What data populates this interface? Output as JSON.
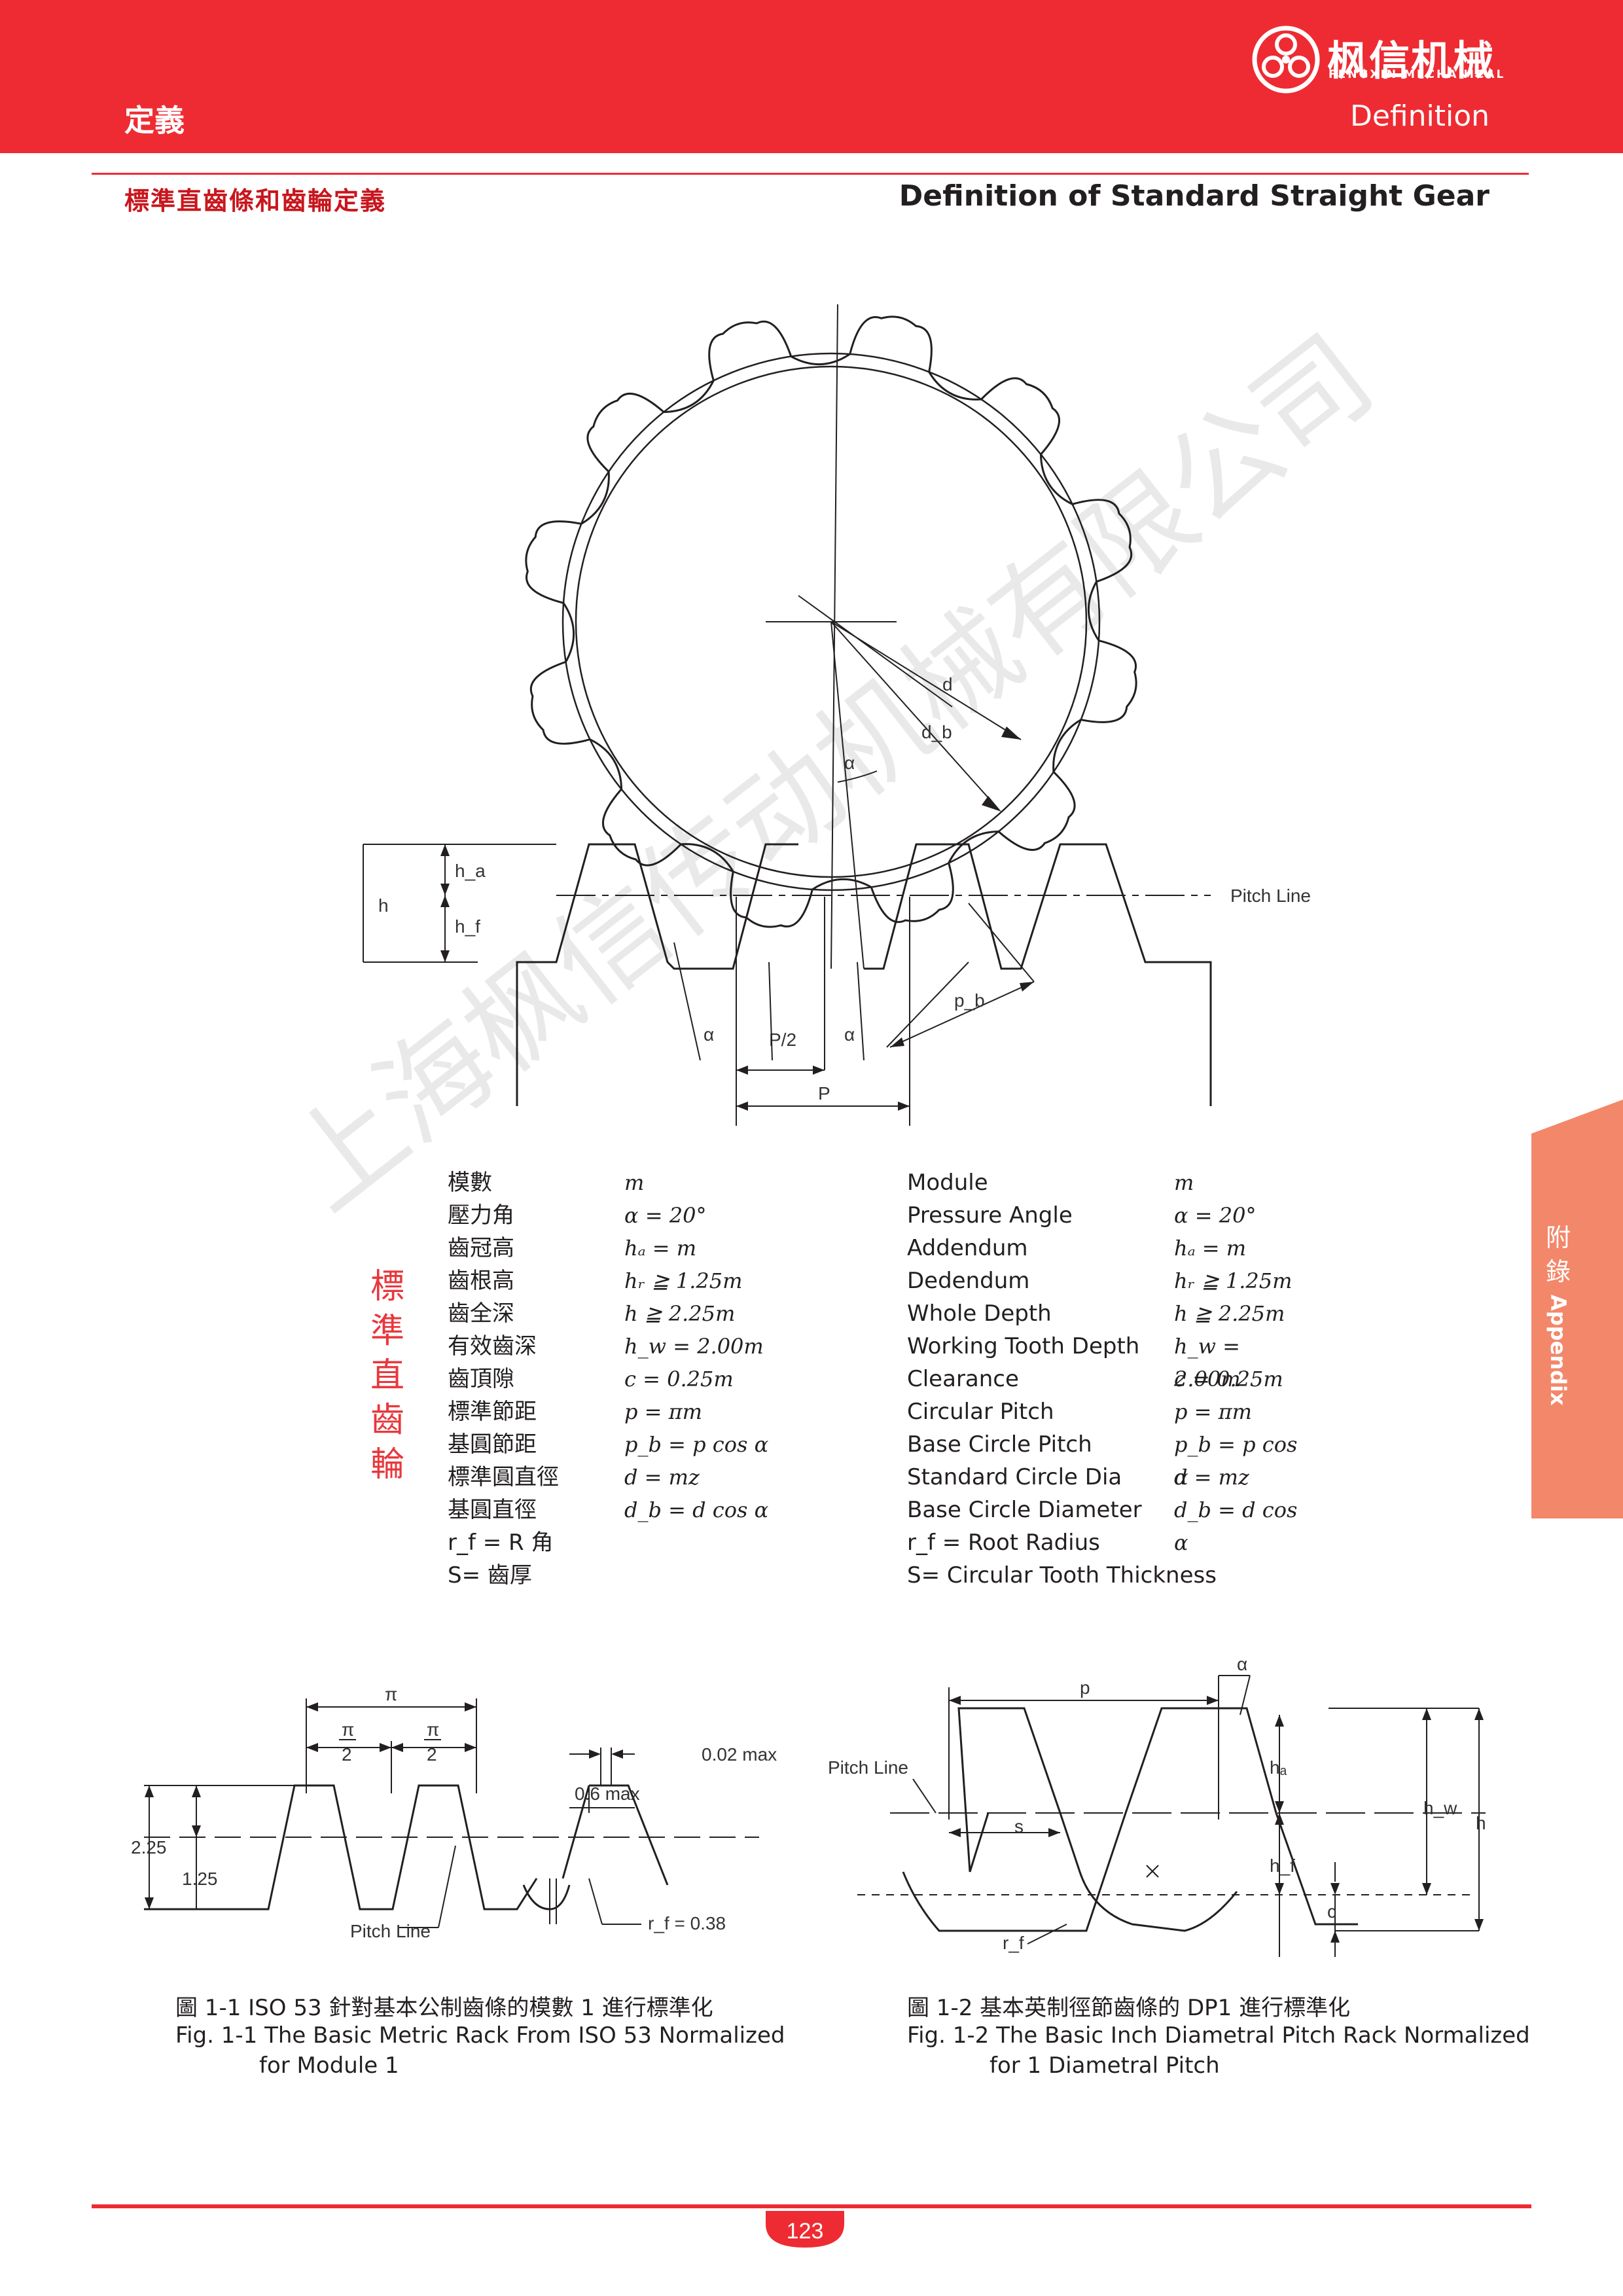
{
  "header": {
    "section_cn": "定義",
    "section_en": "Definition",
    "logo_text": "枫信机械",
    "logo_sub": "FENGXIN MECHANICAL"
  },
  "title": {
    "cn": "標準直齒條和齒輪定義",
    "en": "Definition of Standard Straight Gear"
  },
  "side_tab": {
    "cn1": "附",
    "cn2": "錄",
    "en": "Appendix",
    "color": "#f3876a"
  },
  "watermark": "上海枫信传动机械有限公司",
  "vertical_title": "標準直齒輪",
  "gear_diagram": {
    "labels": {
      "d": "d",
      "db": "d_b",
      "alpha": "α",
      "ha": "h_a",
      "hf": "h_f",
      "h": "h",
      "pitch_line": "Pitch Line",
      "p_half": "P/2",
      "p": "P",
      "pb": "p_b"
    }
  },
  "definitions": [
    {
      "cn": "模數",
      "sym_cn": "m",
      "en": "Module",
      "sym_en": "m"
    },
    {
      "cn": "壓力角",
      "sym_cn": "α = 20°",
      "en": "Pressure Angle",
      "sym_en": "α = 20°"
    },
    {
      "cn": "齒冠高",
      "sym_cn": "hₐ = m",
      "en": "Addendum",
      "sym_en": "hₐ = m"
    },
    {
      "cn": "齒根高",
      "sym_cn": "hᵣ ≧ 1.25m",
      "en": "Dedendum",
      "sym_en": "hᵣ ≧ 1.25m"
    },
    {
      "cn": "齒全深",
      "sym_cn": "h ≧ 2.25m",
      "en": "Whole Depth",
      "sym_en": "h ≧ 2.25m"
    },
    {
      "cn": "有效齒深",
      "sym_cn": "h_w = 2.00m",
      "en": "Working Tooth Depth",
      "sym_en": "h_w = 2.00m"
    },
    {
      "cn": "齒頂隙",
      "sym_cn": "c = 0.25m",
      "en": "Clearance",
      "sym_en": "c = 0.25m"
    },
    {
      "cn": "標準節距",
      "sym_cn": "p = πm",
      "en": "Circular Pitch",
      "sym_en": "p = πm"
    },
    {
      "cn": "基圓節距",
      "sym_cn": "p_b = p cos α",
      "en": "Base Circle Pitch",
      "sym_en": "p_b = p cos α"
    },
    {
      "cn": "標準圓直徑",
      "sym_cn": "d = mz",
      "en": "Standard Circle Dia",
      "sym_en": "d = mz"
    },
    {
      "cn": "基圓直徑",
      "sym_cn": "d_b = d cos α",
      "en": "Base Circle Diameter",
      "sym_en": "d_b = d cos α"
    },
    {
      "cn": "r_f = R 角",
      "sym_cn": "",
      "en": "r_f = Root Radius",
      "sym_en": ""
    },
    {
      "cn": "S= 齒厚",
      "sym_cn": "",
      "en": "S= Circular Tooth Thickness",
      "sym_en": ""
    }
  ],
  "fig1": {
    "labels": {
      "pi": "π",
      "pi_half": "π",
      "two": "2",
      "max002": "0.02 max",
      "max06": "0.6 max",
      "v225": "2.25",
      "v125": "1.25",
      "pitch_line": "Pitch Line",
      "rf": "r_f = 0.38"
    },
    "caption_cn": "圖 1-1 ISO 53 針對基本公制齒條的模數 1 進行標準化",
    "caption_en1": "Fig. 1-1  The Basic Metric Rack From ISO 53 Normalized",
    "caption_en2": "for Module 1"
  },
  "fig2": {
    "labels": {
      "alpha": "α",
      "p": "p",
      "pitch_line": "Pitch Line",
      "s": "s",
      "ha": "hₐ",
      "hf": "h_f",
      "hw": "h_w",
      "h": "h",
      "c": "c",
      "rf": "r_f"
    },
    "caption_cn": "圖 1-2 基本英制徑節齒條的 DP1 進行標準化",
    "caption_en1": "Fig. 1-2  The Basic Inch Diametral Pitch Rack Normalized",
    "caption_en2": "for 1 Diametral Pitch"
  },
  "page_number": "123",
  "colors": {
    "brand_red": "#ee2b32",
    "dark_red": "#c8161d",
    "tab_salmon": "#f3876a"
  }
}
